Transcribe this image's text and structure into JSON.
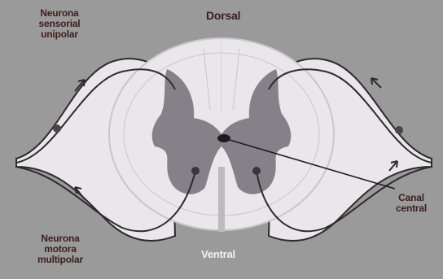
{
  "labels": {
    "sensory_neuron": [
      "Neurona",
      "sensorial",
      "unipolar"
    ],
    "dorsal": "Dorsal",
    "central_canal": [
      "Canal",
      "central"
    ],
    "motor_neuron": [
      "Neurona",
      "motora",
      "multipolar"
    ],
    "ventral": "Ventral"
  },
  "colors": {
    "background": "#9a9a9a",
    "white_matter": "#e9e7ea",
    "gray_matter": "#858188",
    "nerve_outline": "#2e2a2d",
    "label_text": "#3b1e1e"
  }
}
